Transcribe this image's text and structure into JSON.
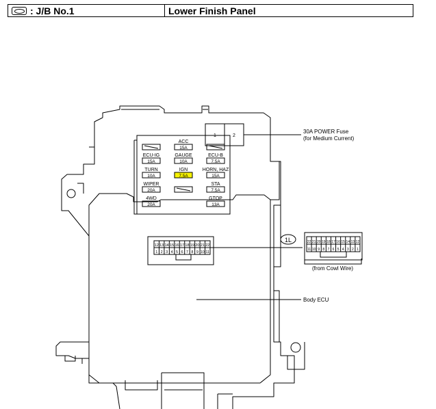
{
  "header": {
    "connector_icon": "connector-icon",
    "location": ": J/B No.1",
    "panel": "Lower Finish Panel"
  },
  "fuses": [
    {
      "name": "ACC",
      "rating": "15A",
      "highlight": false
    },
    {
      "name": "ECU-IG",
      "rating": "15A",
      "highlight": false
    },
    {
      "name": "GAUGE",
      "rating": "10A",
      "highlight": false
    },
    {
      "name": "ECU-B",
      "rating": "7.5A",
      "highlight": false
    },
    {
      "name": "TURN",
      "rating": "10A",
      "highlight": false
    },
    {
      "name": "IGN",
      "rating": "7.5A",
      "highlight": true
    },
    {
      "name": "HORN, HAZ",
      "rating": "15A",
      "highlight": false
    },
    {
      "name": "WIPER",
      "rating": "20A",
      "highlight": false
    },
    {
      "name": "STA",
      "rating": "7.5A",
      "highlight": false
    },
    {
      "name": "4WD",
      "rating": "20A",
      "highlight": false
    },
    {
      "name": "GTOP",
      "rating": "13A",
      "highlight": false
    }
  ],
  "power_fuse": {
    "pins": [
      "1",
      "2"
    ],
    "label_line1": "30A POWER Fuse",
    "label_line2": "(for Medium Current)"
  },
  "connector_1l": {
    "tag": "1L",
    "top_pins": [
      "22",
      "21",
      "20",
      "19",
      "18",
      "17",
      "16",
      "15",
      "14",
      "13",
      "12"
    ],
    "bottom_pins": [
      "11",
      "10",
      "9",
      "8",
      "7",
      "6",
      "5",
      "4",
      "3",
      "2",
      "1"
    ],
    "caption": "(from Cowl Wire)"
  },
  "jb_connector": {
    "top_pins": [
      "12",
      "13",
      "14",
      "15",
      "16",
      "17",
      "18",
      "19",
      "20",
      "21",
      "22"
    ],
    "bottom_pins": [
      "1",
      "2",
      "3",
      "4",
      "5",
      "6",
      "7",
      "8",
      "9",
      "10",
      "11"
    ]
  },
  "body_ecu_label": "Body ECU",
  "colors": {
    "line": "#000000",
    "highlight": "#f7f300"
  }
}
